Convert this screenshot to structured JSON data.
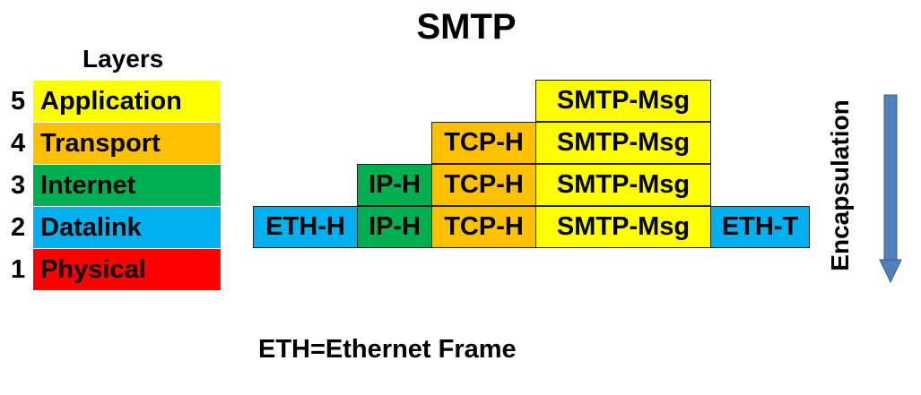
{
  "title": "SMTP",
  "layers_heading": "Layers",
  "layers": [
    {
      "number": "5",
      "label": "Application",
      "color": "#ffff00"
    },
    {
      "number": "4",
      "label": "Transport",
      "color": "#ffc000"
    },
    {
      "number": "3",
      "label": "Internet",
      "color": "#00b050"
    },
    {
      "number": "2",
      "label": "Datalink",
      "color": "#00b0f0"
    },
    {
      "number": "1",
      "label": "Physical",
      "color": "#ff0000"
    }
  ],
  "encapsulation": {
    "row5": [
      {
        "text": "SMTP-Msg",
        "color": "#ffff00"
      }
    ],
    "row4": [
      {
        "text": "TCP-H",
        "color": "#ffc000"
      },
      {
        "text": "SMTP-Msg",
        "color": "#ffff00"
      }
    ],
    "row3": [
      {
        "text": "IP-H",
        "color": "#00b050"
      },
      {
        "text": "TCP-H",
        "color": "#ffc000"
      },
      {
        "text": "SMTP-Msg",
        "color": "#ffff00"
      }
    ],
    "row2": [
      {
        "text": "ETH-H",
        "color": "#00b0f0"
      },
      {
        "text": "IP-H",
        "color": "#00b050"
      },
      {
        "text": "TCP-H",
        "color": "#ffc000"
      },
      {
        "text": "SMTP-Msg",
        "color": "#ffff00"
      },
      {
        "text": "ETH-T",
        "color": "#00b0f0"
      }
    ]
  },
  "direction_label": "Encapsulation",
  "arrow_color": "#4f81bd",
  "footnote": "ETH=Ethernet Frame"
}
